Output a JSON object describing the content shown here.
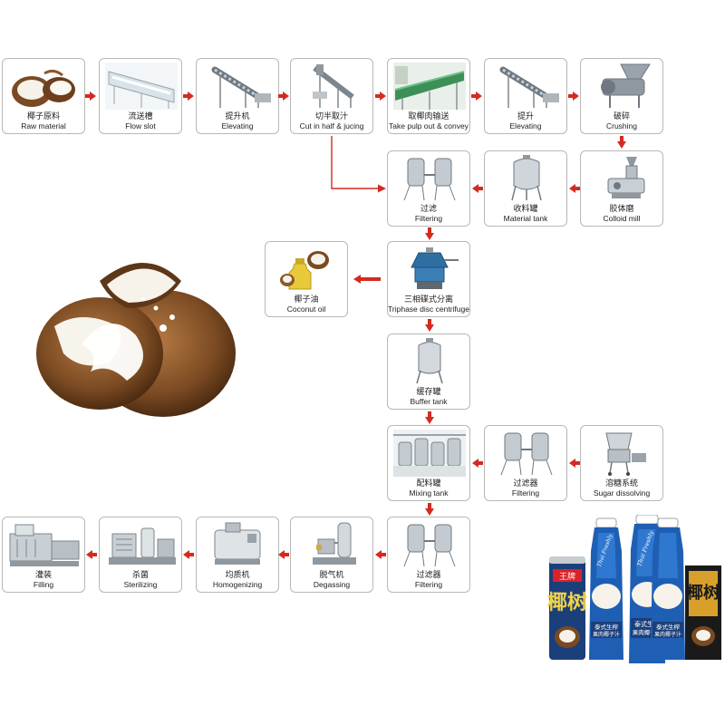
{
  "steps": [
    {
      "id": "raw-material",
      "cn": "椰子原料",
      "en": "Raw material",
      "icon": "coconut-icon"
    },
    {
      "id": "flow-slot",
      "cn": "流送槽",
      "en": "Flow slot",
      "icon": "flow-slot-icon"
    },
    {
      "id": "elevating-1",
      "cn": "提升机",
      "en": "Elevating",
      "icon": "elevator-icon"
    },
    {
      "id": "cut-half",
      "cn": "切半取汁",
      "en": "Cut in half & jucing",
      "icon": "cutting-machine-icon"
    },
    {
      "id": "take-pulp",
      "cn": "取椰肉输送",
      "en": "Take pulp out & convey",
      "icon": "conveyor-icon"
    },
    {
      "id": "elevating-2",
      "cn": "提升",
      "en": "Elevating",
      "icon": "elevator-icon"
    },
    {
      "id": "crushing",
      "cn": "破碎",
      "en": "Crushing",
      "icon": "crusher-icon"
    },
    {
      "id": "filtering-1",
      "cn": "过滤",
      "en": "Filtering",
      "icon": "twin-filter-icon"
    },
    {
      "id": "material-tank",
      "cn": "收料罐",
      "en": "Material tank",
      "icon": "tank-icon"
    },
    {
      "id": "colloid-mill",
      "cn": "胶体磨",
      "en": "Colloid mill",
      "icon": "colloid-mill-icon"
    },
    {
      "id": "coconut-oil",
      "cn": "椰子油",
      "en": "Coconut oil",
      "icon": "oil-icon"
    },
    {
      "id": "centrifuge",
      "cn": "三相碟式分离",
      "en": "Triphase disc centrifuge",
      "icon": "centrifuge-icon"
    },
    {
      "id": "buffer-tank",
      "cn": "缓存罐",
      "en": "Buffer tank",
      "icon": "tank-icon"
    },
    {
      "id": "mixing-tank",
      "cn": "配料罐",
      "en": "Mixing tank",
      "icon": "mixing-tanks-icon"
    },
    {
      "id": "filtering-2",
      "cn": "过滤器",
      "en": "Filtering",
      "icon": "twin-filter-icon"
    },
    {
      "id": "sugar-dissolving",
      "cn": "溶糖系统",
      "en": "Sugar dissolving",
      "icon": "sugar-system-icon"
    },
    {
      "id": "filling",
      "cn": "灌装",
      "en": "Filling",
      "icon": "filling-machine-icon"
    },
    {
      "id": "sterilizing",
      "cn": "杀菌",
      "en": "Sterilizing",
      "icon": "sterilizer-icon"
    },
    {
      "id": "homogenizing",
      "cn": "均质机",
      "en": "Homogenizing",
      "icon": "homogenizer-icon"
    },
    {
      "id": "degassing",
      "cn": "脱气机",
      "en": "Degassing",
      "icon": "degasser-icon"
    },
    {
      "id": "filtering-3",
      "cn": "过滤器",
      "en": "Filtering",
      "icon": "twin-filter-icon"
    }
  ],
  "product": {
    "can_text": "椰树",
    "can_brand": "王牌",
    "bottle_brand": "Thai Freshly",
    "bottle_label": "泰式生榨果肉椰子汁",
    "bottle_label_line1": "泰式生榨",
    "bottle_label_line2": "果肉椰子汁",
    "box_text": "椰树"
  },
  "colors": {
    "arrow": "#d42a20",
    "border": "#b8b8b8",
    "steel": "#9aa3ab",
    "coconut": "#8b5a2b"
  }
}
